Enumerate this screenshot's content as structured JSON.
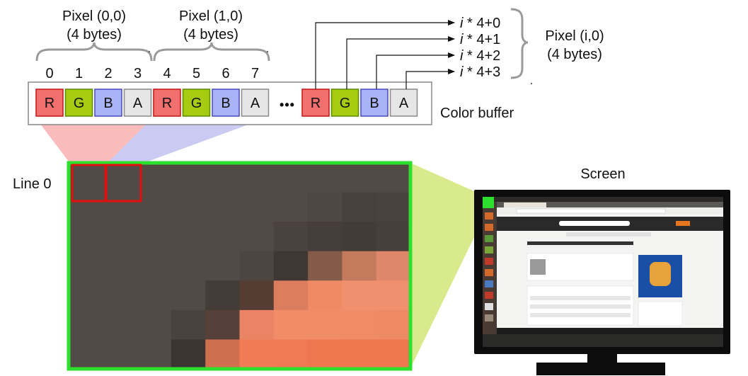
{
  "buffer": {
    "caption": "Color buffer",
    "ellipsis": "•••",
    "byte_indices": [
      "0",
      "1",
      "2",
      "3",
      "4",
      "5",
      "6",
      "7"
    ],
    "cells": [
      {
        "label": "R",
        "fill": "#f26f6f",
        "stroke": "#c21515"
      },
      {
        "label": "G",
        "fill": "#a5cc10",
        "stroke": "#5f8a00"
      },
      {
        "label": "B",
        "fill": "#a9b4f7",
        "stroke": "#4848c8"
      },
      {
        "label": "A",
        "fill": "#e6e6e6",
        "stroke": "#8a8a8a"
      },
      {
        "label": "R",
        "fill": "#f26f6f",
        "stroke": "#c21515"
      },
      {
        "label": "G",
        "fill": "#a5cc10",
        "stroke": "#5f8a00"
      },
      {
        "label": "B",
        "fill": "#a9b4f7",
        "stroke": "#4848c8"
      },
      {
        "label": "A",
        "fill": "#e6e6e6",
        "stroke": "#8a8a8a"
      }
    ],
    "tail_cells": [
      {
        "label": "R",
        "fill": "#f26f6f",
        "stroke": "#c21515"
      },
      {
        "label": "G",
        "fill": "#a5cc10",
        "stroke": "#5f8a00"
      },
      {
        "label": "B",
        "fill": "#a9b4f7",
        "stroke": "#4848c8"
      },
      {
        "label": "A",
        "fill": "#e6e6e6",
        "stroke": "#8a8a8a"
      }
    ]
  },
  "pixel0": {
    "line1": "Pixel (0,0)",
    "line2": "(4 bytes)"
  },
  "pixel1": {
    "line1": "Pixel (1,0)",
    "line2": "(4 bytes)"
  },
  "pixeli": {
    "line1": "Pixel (i,0)",
    "line2": "(4 bytes)"
  },
  "offsets": [
    {
      "var": "i",
      "rest": " * 4+0"
    },
    {
      "var": "i",
      "rest": " * 4+1"
    },
    {
      "var": "i",
      "rest": " * 4+2"
    },
    {
      "var": "i",
      "rest": " * 4+3"
    }
  ],
  "line_label": "Line 0",
  "screen_label": "Screen",
  "colors": {
    "zoom_border": "#2ee02e",
    "highlight": "#e01010",
    "projection_red": "#f8b4b4",
    "projection_blue": "#c4c4f2",
    "projection_green": "#d4e87e"
  },
  "zoom_pixels": [
    [
      "#524a44",
      "#524a44",
      "#524a44",
      "#524a44",
      "#524a44",
      "#524a44",
      "#524a44",
      "#524a44",
      "#524a44",
      "#524a44"
    ],
    [
      "#524a44",
      "#524a44",
      "#524a44",
      "#524a44",
      "#524a44",
      "#524a44",
      "#524a44",
      "#4f4741",
      "#48403b",
      "#4a423d"
    ],
    [
      "#524a44",
      "#524a44",
      "#524a44",
      "#524a44",
      "#524a44",
      "#524a44",
      "#4a423d",
      "#463e39",
      "#433b36",
      "#463f3a"
    ],
    [
      "#524a44",
      "#524a44",
      "#524a44",
      "#524a44",
      "#524a44",
      "#4d4540",
      "#3e3733",
      "#845a48",
      "#c47a5c",
      "#de876a"
    ],
    [
      "#524a44",
      "#524a44",
      "#524a44",
      "#524a44",
      "#433c37",
      "#553d34",
      "#dc7d5d",
      "#ee8a66",
      "#f0906e",
      "#f0906e"
    ],
    [
      "#524a44",
      "#524a44",
      "#524a44",
      "#4a423d",
      "#55403a",
      "#e98464",
      "#f08c68",
      "#f08c68",
      "#ef8b67",
      "#ee8a66"
    ],
    [
      "#524a44",
      "#524a44",
      "#524a44",
      "#3b3531",
      "#d06e50",
      "#f07c55",
      "#ef7a53",
      "#ee7750",
      "#ee774f",
      "#ee774f"
    ]
  ]
}
